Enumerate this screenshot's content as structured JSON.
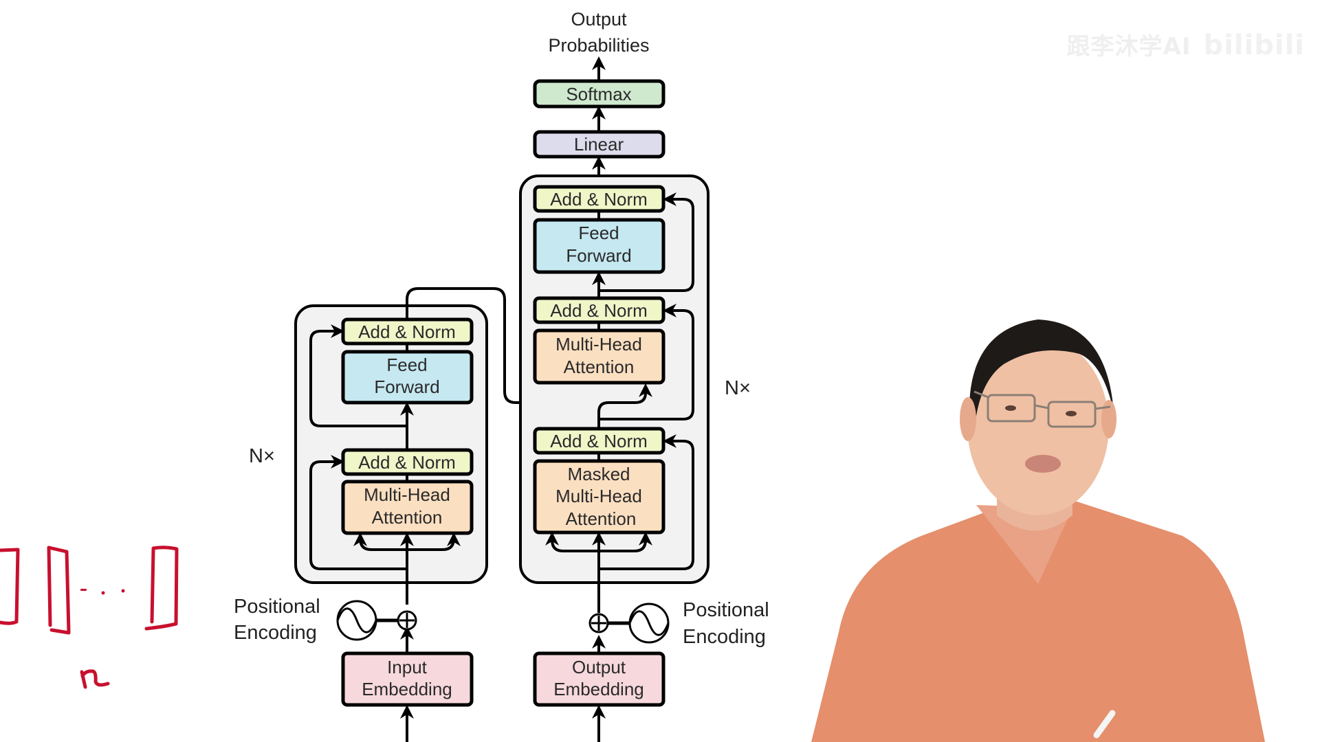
{
  "diagram": {
    "title": "Transformer Architecture",
    "output_label_line1": "Output",
    "output_label_line2": "Probabilities",
    "softmax": "Softmax",
    "linear": "Linear",
    "encoder": {
      "repeat_label": "N×",
      "add_norm_top": "Add & Norm",
      "feed_forward_line1": "Feed",
      "feed_forward_line2": "Forward",
      "add_norm_bottom": "Add & Norm",
      "mha_line1": "Multi-Head",
      "mha_line2": "Attention"
    },
    "decoder": {
      "repeat_label": "N×",
      "add_norm_top": "Add & Norm",
      "feed_forward_line1": "Feed",
      "feed_forward_line2": "Forward",
      "add_norm_mid": "Add & Norm",
      "mha_line1": "Multi-Head",
      "mha_line2": "Attention",
      "add_norm_bottom": "Add & Norm",
      "masked_line1": "Masked",
      "masked_line2": "Multi-Head",
      "masked_line3": "Attention"
    },
    "input_embedding_line1": "Input",
    "input_embedding_line2": "Embedding",
    "output_embedding_line1": "Output",
    "output_embedding_line2": "Embedding",
    "pos_enc_left_line1": "Positional",
    "pos_enc_left_line2": "Encoding",
    "pos_enc_right_line1": "Positional",
    "pos_enc_right_line2": "Encoding"
  },
  "annotation": {
    "handwritten_label": "n",
    "ellipsis": "- · ·"
  },
  "watermark": {
    "channel": "跟李沐学AI",
    "brand": "bilibili"
  },
  "colors": {
    "add_norm": "#f1f6c9",
    "feed_forward": "#c5e8f1",
    "attention": "#fbdfc1",
    "embedding": "#f6d8dd",
    "softmax": "#cfe9cf",
    "linear": "#dcdcec",
    "block_bg": "#f2f2f2",
    "annotation": "#c8102e",
    "shirt": "#e58f6c"
  }
}
